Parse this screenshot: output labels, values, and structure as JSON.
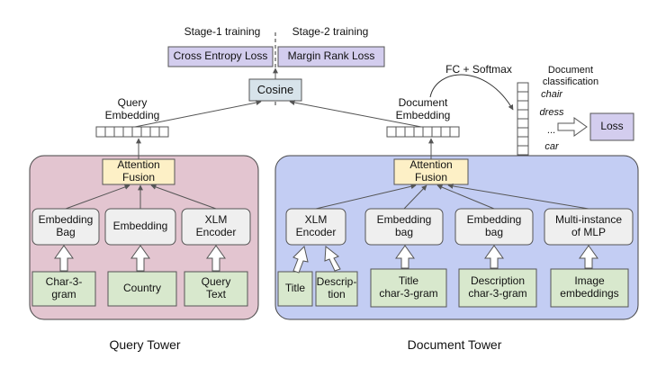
{
  "stages": {
    "stage1": "Stage-1 training",
    "stage2": "Stage-2 training"
  },
  "losses": {
    "cross_entropy": "Cross Entropy Loss",
    "margin_rank": "Margin Rank Loss"
  },
  "cosine": "Cosine",
  "query_embedding": "Query\nEmbedding",
  "document_embedding": "Document\nEmbedding",
  "fc_softmax": "FC + Softmax",
  "doc_classification": {
    "title": "Document\nclassification",
    "classes": [
      "chair",
      "dress",
      "...",
      "car"
    ],
    "loss": "Loss"
  },
  "query_tower": {
    "title": "Query Tower",
    "fusion": "Attention\nFusion",
    "encoders": [
      "Embedding\nBag",
      "Embedding",
      "XLM\nEncoder"
    ],
    "inputs": [
      "Char-3-\ngram",
      "Country",
      "Query\nText"
    ]
  },
  "document_tower": {
    "title": "Document Tower",
    "fusion": "Attention\nFusion",
    "encoders": [
      "XLM\nEncoder",
      "Embedding\nbag",
      "Embedding\nbag",
      "Multi-instance\nof MLP"
    ],
    "inputs": [
      "Title",
      "Descrip-\ntion",
      "Title\nchar-3-gram",
      "Description\nchar-3-gram",
      "Image\nembeddings"
    ]
  },
  "colors": {
    "query_tower_bg": "#e3c5d0",
    "document_tower_bg": "#c3cdf3",
    "fusion_bg": "#fdf0c6",
    "encoder_bg": "#efefef",
    "input_bg": "#d8e8cd",
    "loss_bg": "#d3cdee",
    "cosine_bg": "#d7e3ea",
    "vector_bg": "#ffffff",
    "stroke": "#555555"
  }
}
